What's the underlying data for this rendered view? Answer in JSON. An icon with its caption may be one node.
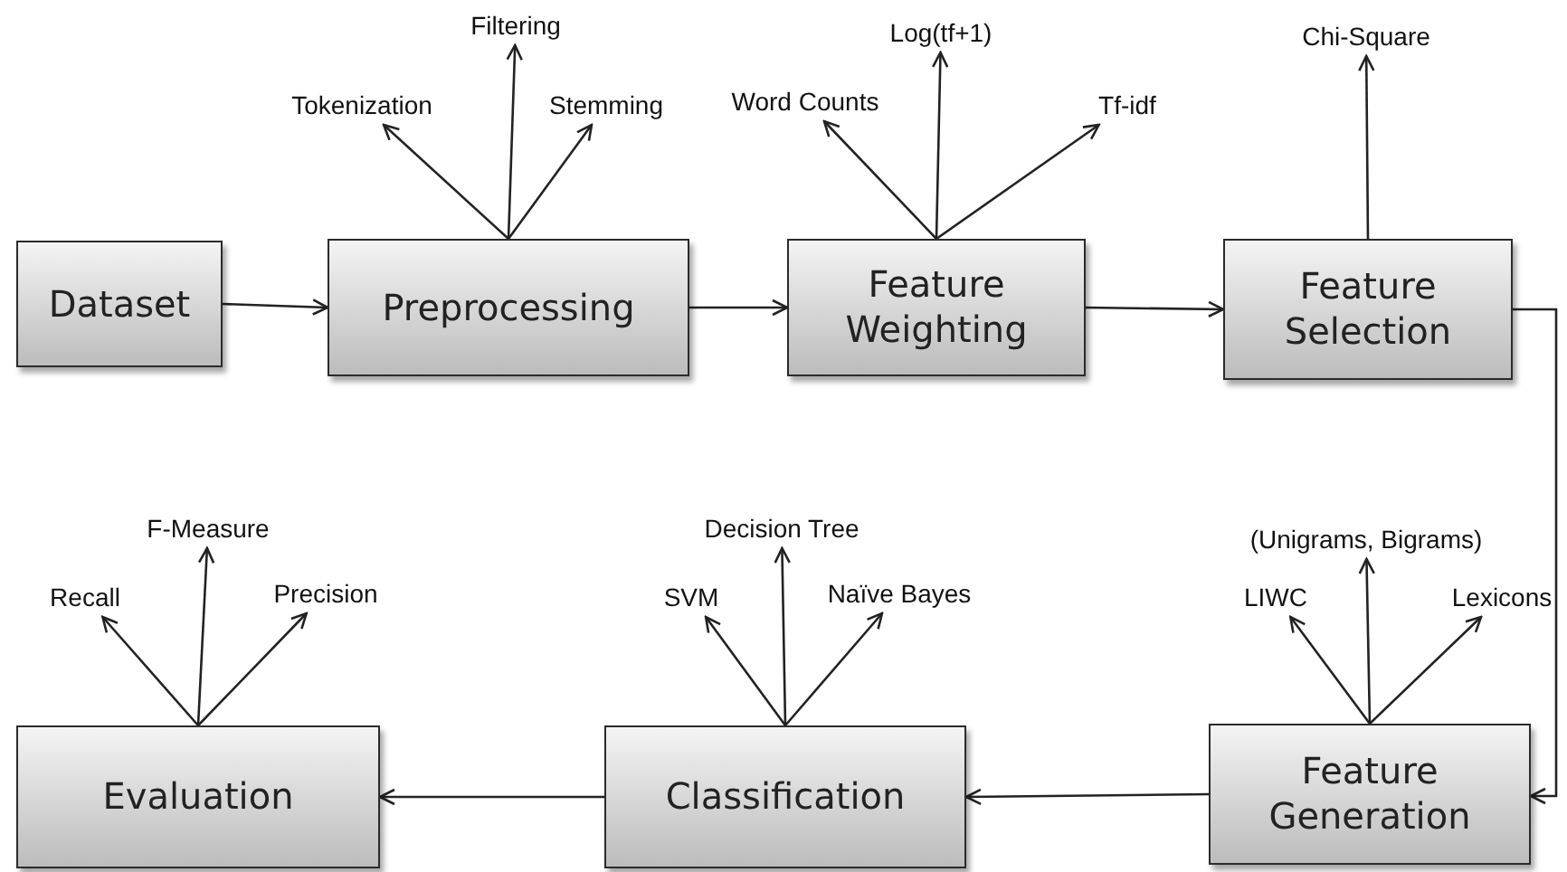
{
  "diagram": {
    "nodes": [
      {
        "text": [
          "Dataset"
        ]
      },
      {
        "text": [
          "Preprocessing"
        ]
      },
      {
        "text": [
          "Tokenization"
        ]
      },
      {
        "text": [
          "Filtering"
        ]
      },
      {
        "text": [
          "Stemming"
        ]
      },
      {
        "text": [
          "Feature Weighting"
        ]
      },
      {
        "text": [
          "Word Counts"
        ]
      },
      {
        "text": [
          "Log(tf+1)"
        ]
      },
      {
        "text": [
          "Tf-idf"
        ]
      },
      {
        "text": [
          "Feature Selection"
        ]
      },
      {
        "text": [
          "Chi-Square"
        ]
      },
      {
        "text": [
          "Evaluation"
        ]
      },
      {
        "text": [
          "Recall"
        ]
      },
      {
        "text": [
          "F-Measure"
        ]
      },
      {
        "text": [
          "Precision"
        ]
      },
      {
        "text": [
          "Classification"
        ]
      },
      {
        "text": [
          "SVM"
        ]
      },
      {
        "text": [
          "Decision Tree"
        ]
      },
      {
        "text": [
          "Naïve Bayes"
        ]
      },
      {
        "text": [
          "Feature Generation"
        ]
      },
      {
        "text": [
          "LIWC"
        ]
      },
      {
        "text": [
          "(Unigrams, Bigrams)"
        ]
      },
      {
        "text": [
          "Lexicons"
        ]
      }
    ],
    "edges": [
      {
        "from": 0,
        "to": 1,
        "arrow": "to"
      },
      {
        "from": 1,
        "to": 5,
        "arrow": "to"
      },
      {
        "from": 5,
        "to": 9,
        "arrow": "to"
      },
      {
        "from": 9,
        "to": 19,
        "arrow": "to"
      },
      {
        "from": 19,
        "to": 15,
        "arrow": "to"
      },
      {
        "from": 15,
        "to": 11,
        "arrow": "to"
      },
      {
        "from": 1,
        "to": 2,
        "arrow": "to"
      },
      {
        "from": 1,
        "to": 3,
        "arrow": "to"
      },
      {
        "from": 1,
        "to": 4,
        "arrow": "to"
      },
      {
        "from": 5,
        "to": 6,
        "arrow": "to"
      },
      {
        "from": 5,
        "to": 7,
        "arrow": "to"
      },
      {
        "from": 5,
        "to": 8,
        "arrow": "to"
      },
      {
        "from": 9,
        "to": 10,
        "arrow": "to"
      },
      {
        "from": 11,
        "to": 12,
        "arrow": "to"
      },
      {
        "from": 11,
        "to": 13,
        "arrow": "to"
      },
      {
        "from": 11,
        "to": 14,
        "arrow": "to"
      },
      {
        "from": 15,
        "to": 16,
        "arrow": "to"
      },
      {
        "from": 15,
        "to": 17,
        "arrow": "to"
      },
      {
        "from": 15,
        "to": 18,
        "arrow": "to"
      },
      {
        "from": 19,
        "to": 20,
        "arrow": "to"
      },
      {
        "from": 19,
        "to": 21,
        "arrow": "to"
      },
      {
        "from": 19,
        "to": 22,
        "arrow": "to"
      }
    ]
  }
}
